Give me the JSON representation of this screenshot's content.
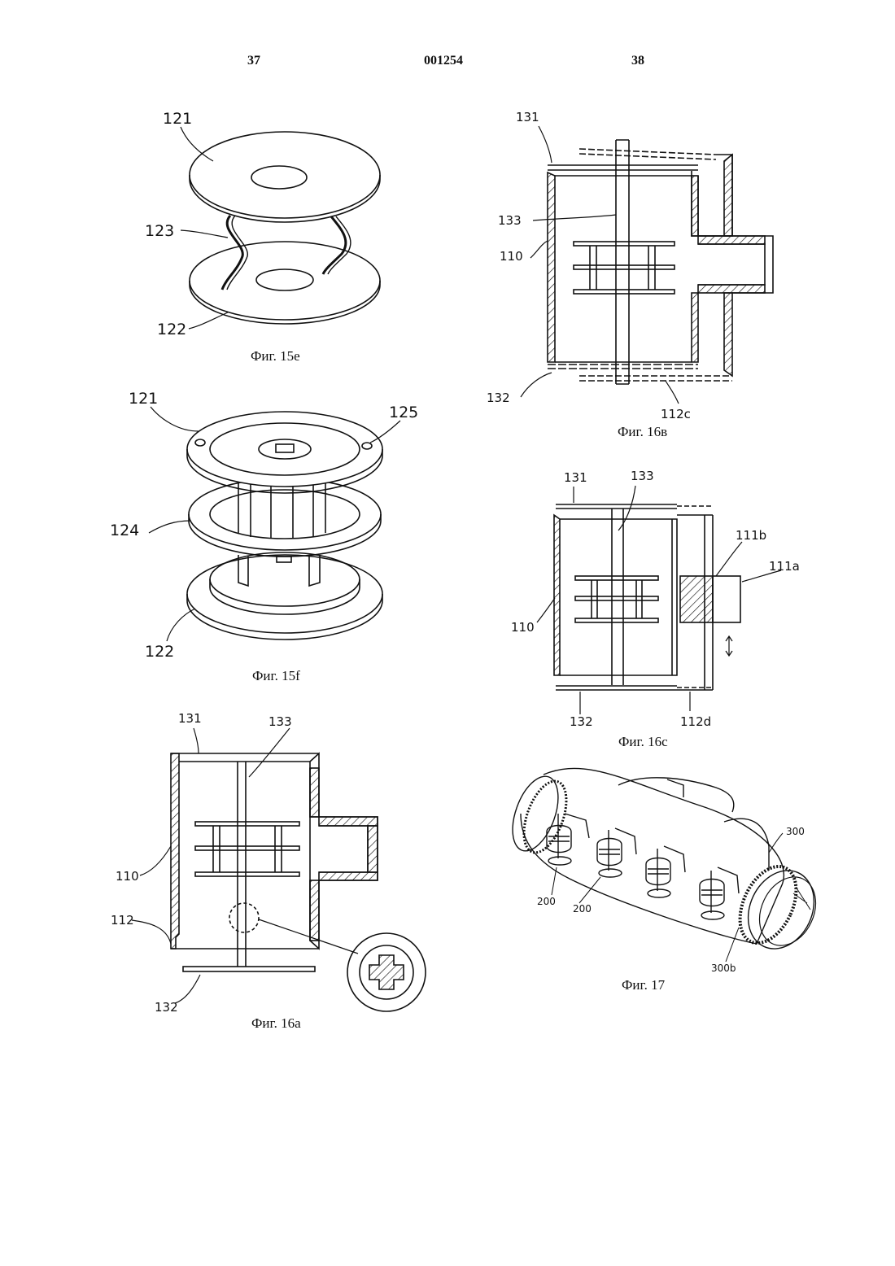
{
  "header": {
    "page_left": "37",
    "patent_number": "001254",
    "page_right": "38"
  },
  "figures": {
    "fig15e": {
      "caption": "Фиг. 15е",
      "labels": {
        "l121": "121",
        "l123": "123",
        "l122": "122"
      }
    },
    "fig15f": {
      "caption": "Фиг. 15f",
      "labels": {
        "l121": "121",
        "l125": "125",
        "l124": "124",
        "l122": "122"
      }
    },
    "fig16a": {
      "caption": "Фиг. 16а",
      "labels": {
        "l131": "131",
        "l133": "133",
        "l110": "110",
        "l112": "112",
        "l132": "132"
      }
    },
    "fig16b": {
      "caption": "Фиг. 16в",
      "labels": {
        "l131": "131",
        "l133": "133",
        "l110": "110",
        "l132": "132",
        "l112c": "112c"
      }
    },
    "fig16c": {
      "caption": "Фиг. 16c",
      "labels": {
        "l131": "131",
        "l133": "133",
        "l111b": "111b",
        "l111a": "111a",
        "l110": "110",
        "l132": "132",
        "l112d": "112d"
      }
    },
    "fig17": {
      "caption": "Фиг. 17",
      "labels": {
        "l300": "300",
        "l200a": "200",
        "l200b": "200",
        "l300b": "300b"
      }
    }
  }
}
